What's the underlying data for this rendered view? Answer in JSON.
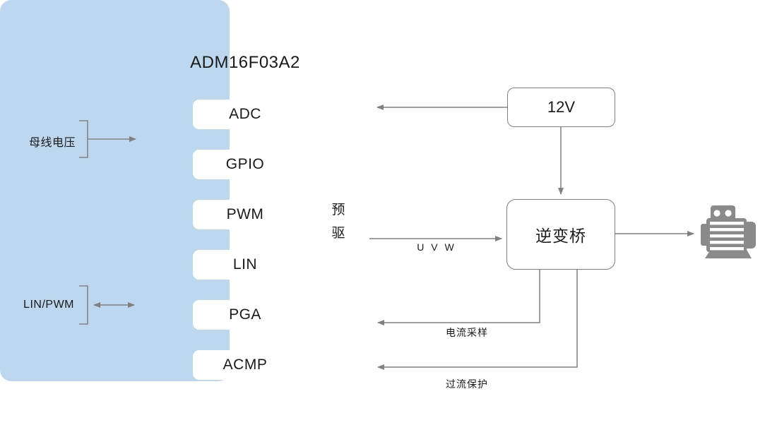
{
  "diagram": {
    "chip": {
      "title": "ADM16F03A2",
      "modules": [
        "ADC",
        "GPIO",
        "PWM",
        "LIN",
        "PGA",
        "ACMP"
      ],
      "predriver": "预驱"
    },
    "blocks": {
      "supply": "12V",
      "inverter": "逆变桥"
    },
    "inputs": {
      "bus_voltage": "母线电压",
      "lin_pwm": "LIN/PWM"
    },
    "signals": {
      "uvw": "U V W",
      "current_sample": "电流采样",
      "overcurrent": "过流保护"
    },
    "icons": {
      "motor": "motor-icon"
    },
    "colors": {
      "chip_fill": "#BDD7EE",
      "module_fill": "#FFFFFF",
      "outline": "#7F7F7F",
      "wire": "#808080",
      "motor": "#8A8A8A",
      "text": "#1A1A1A",
      "canvas": "#FFFFFF"
    }
  }
}
